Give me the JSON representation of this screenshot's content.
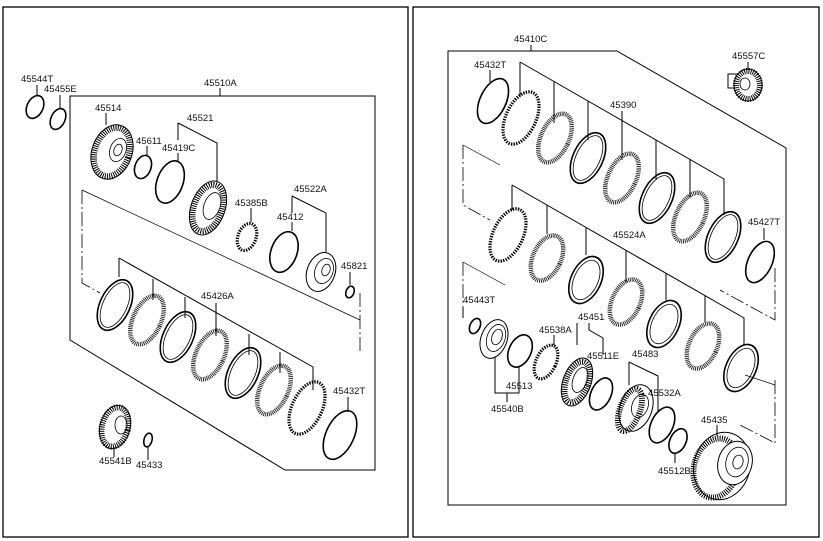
{
  "diagram": {
    "title": "Transmission clutch assembly exploded view",
    "left_panel": {
      "assembly_label": "45510A",
      "parts": {
        "p45544T": "45544T",
        "p45455E": "45455E",
        "p45514": "45514",
        "p45611": "45611",
        "p45521": "45521",
        "p45419C": "45419C",
        "p45385B": "45385B",
        "p45522A": "45522A",
        "p45412": "45412",
        "p45821": "45821",
        "p45426A": "45426A",
        "p45432T": "45432T",
        "p45541B": "45541B",
        "p45433": "45433"
      }
    },
    "right_panel": {
      "assembly_label": "45410C",
      "parts": {
        "p45557C": "45557C",
        "p45432T": "45432T",
        "p45390": "45390",
        "p45427T": "45427T",
        "p45524A": "45524A",
        "p45443T": "45443T",
        "p45451": "45451",
        "p45538A": "45538A",
        "p45511E": "45511E",
        "p45483": "45483",
        "p45532A": "45532A",
        "p45513": "45513",
        "p45540B": "45540B",
        "p45435": "45435",
        "p45512B": "45512B"
      }
    }
  }
}
